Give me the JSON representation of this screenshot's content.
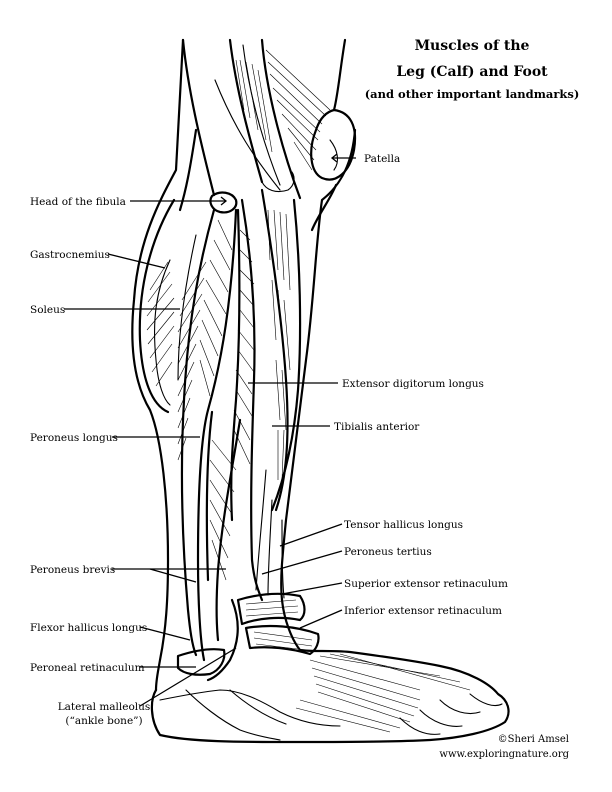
{
  "title": {
    "line1": "Muscles of the",
    "line2": "Leg (Calf) and Foot",
    "line3": "(and other important landmarks)"
  },
  "labels": {
    "patella": "Patella",
    "head_of_fibula": "Head of the fibula",
    "gastrocnemius": "Gastrocnemius",
    "soleus": "Soleus",
    "extensor_digitorum_longus": "Extensor digitorum longus",
    "tibialis_anterior": "Tibialis anterior",
    "peroneus_longus": "Peroneus longus",
    "tensor_hallicus_longus": "Tensor hallicus longus",
    "peroneus_tertius": "Peroneus tertius",
    "superior_extensor_retinaculum": "Superior extensor retinaculum",
    "inferior_extensor_retinaculum": "Inferior extensor retinaculum",
    "peroneus_brevis": "Peroneus brevis",
    "flexor_hallicus_longus": "Flexor hallicus longus",
    "peroneal_retinaculum": "Peroneal retinaculum",
    "lateral_malleolus": "Lateral malleolus",
    "ankle_bone": "(“ankle bone”)"
  },
  "credits": {
    "author": "©Sheri Amsel",
    "website": "www.exploringnature.org"
  }
}
